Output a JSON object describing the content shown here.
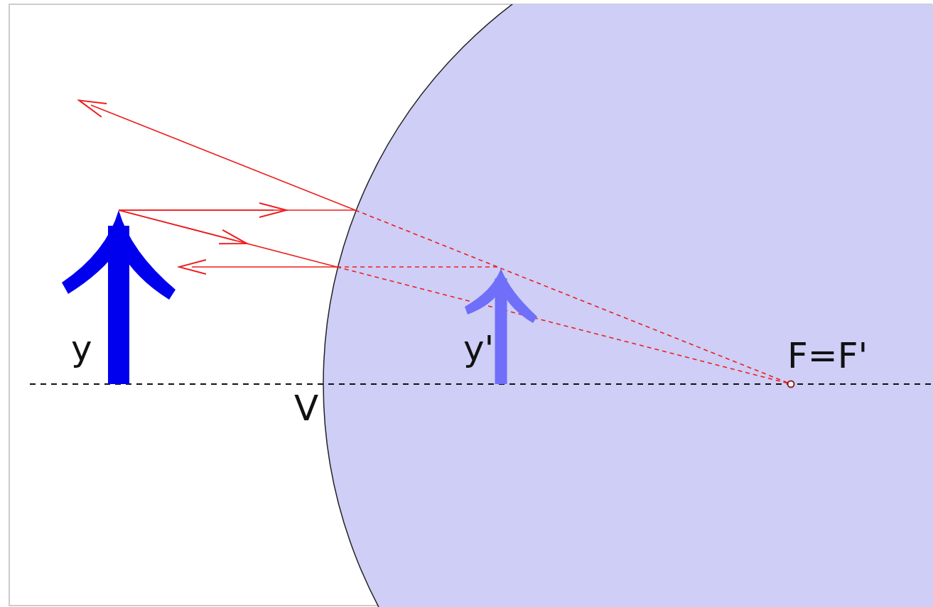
{
  "diagram": {
    "labels": [
      "y",
      "y'",
      "V",
      "F=F'"
    ]
  }
}
